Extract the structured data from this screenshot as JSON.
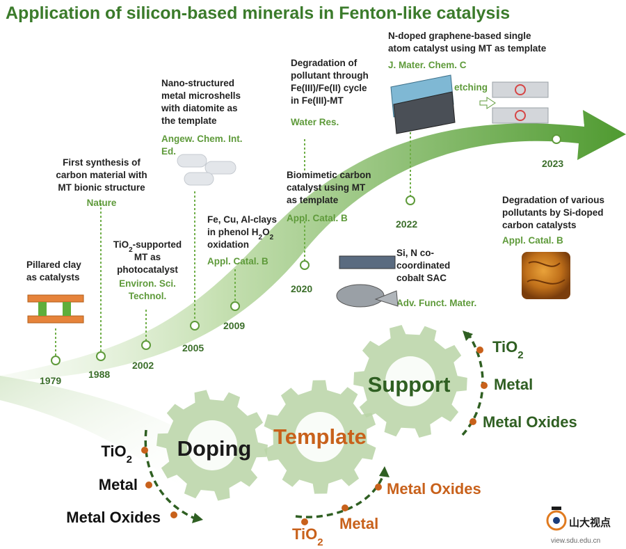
{
  "title": "Application of silicon-based minerals in Fenton-like catalysis",
  "milestones": [
    {
      "year": "1979",
      "desc": [
        "Pillared clay",
        "as catalysts"
      ],
      "cite": []
    },
    {
      "year": "1988",
      "desc": [
        "First synthesis of",
        "carbon material with",
        "MT bionic structure"
      ],
      "cite": [
        "Nature"
      ]
    },
    {
      "year": "2002",
      "desc": [
        "TiO₂-supported",
        "MT as",
        "photocatalyst"
      ],
      "cite": [
        "Environ. Sci.",
        "Technol."
      ]
    },
    {
      "year": "2005",
      "desc": [
        "Nano-structured",
        "metal microshells",
        "with diatomite as",
        "the template"
      ],
      "cite": [
        "Angew. Chem. Int.",
        "Ed."
      ]
    },
    {
      "year": "2009",
      "desc": [
        "Fe, Cu, Al-clays",
        "in phenol H₂O₂",
        "oxidation"
      ],
      "cite": [
        "Appl. Catal. B"
      ]
    },
    {
      "year": "2020",
      "desc": [
        "Biomimetic carbon",
        "catalyst using MT",
        "as template"
      ],
      "cite": [
        "Appl. Catal. B"
      ]
    },
    {
      "year": "",
      "desc": [
        "Degradation of",
        "pollutant through",
        "Fe(III)/Fe(II) cycle",
        "in Fe(III)-MT"
      ],
      "cite": [
        "Water Res."
      ]
    },
    {
      "year": "2022",
      "desc": [
        "Si, N co-",
        "coordinated",
        "cobalt SAC"
      ],
      "cite": [
        "Adv. Funct. Mater."
      ]
    },
    {
      "year": "",
      "desc": [
        "N-doped graphene-based single",
        "atom catalyst using MT as template"
      ],
      "cite": [
        "J. Mater. Chem. C"
      ]
    },
    {
      "year": "2023",
      "desc": [
        "Degradation of various",
        "pollutants by Si-doped",
        "carbon catalysts"
      ],
      "cite": [
        "Appl. Catal. B"
      ]
    }
  ],
  "etching_label": "etching",
  "gears": [
    {
      "label": "Doping",
      "color": "#1a1a1a",
      "items": [
        "TiO₂",
        "Metal",
        "Metal Oxides"
      ]
    },
    {
      "label": "Template",
      "color": "#c8611b",
      "items": [
        "TiO₂",
        "Metal",
        "Metal Oxides"
      ]
    },
    {
      "label": "Support",
      "color": "#2f5f22",
      "items": [
        "TiO₂",
        "Metal",
        "Metal Oxides"
      ]
    }
  ],
  "logo": {
    "text": "山大视点",
    "url": "view.sdu.edu.cn"
  },
  "colors": {
    "title": "#3b7b2b",
    "arrow": "#7ab94f",
    "gear": "#b8d4a6",
    "citation": "#5e9a3a",
    "accent": "#c8611b"
  }
}
